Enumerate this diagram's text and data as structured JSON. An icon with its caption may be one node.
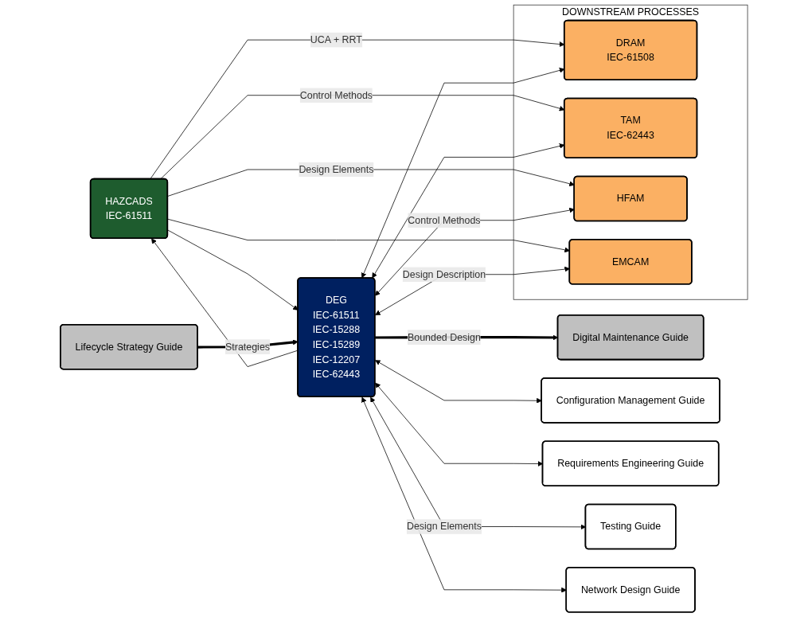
{
  "diagram": {
    "nodes": [
      {
        "text": [
          "DEG",
          "IEC-61511",
          "IEC-15288",
          "IEC-15289",
          "IEC-12207",
          "IEC-62443"
        ]
      },
      {
        "text": [
          "HAZCADS",
          "IEC-61511"
        ]
      },
      {
        "text": [
          "Lifecycle Strategy Guide"
        ]
      },
      {
        "text": [
          "Digital Maintenance Guide"
        ]
      },
      {
        "text": [
          "DOWNSTREAM PROCESSES"
        ]
      },
      {
        "text": [
          "DRAM",
          "IEC-61508"
        ],
        "in": 4
      },
      {
        "text": [
          "TAM",
          "IEC-62443"
        ],
        "in": 4
      },
      {
        "text": [
          "HFAM"
        ],
        "in": 4
      },
      {
        "text": [
          "EMCAM"
        ],
        "in": 4
      },
      {
        "text": [
          "Configuration Management Guide"
        ]
      },
      {
        "text": [
          "Requirements Engineering Guide"
        ]
      },
      {
        "text": [
          "Testing Guide"
        ]
      },
      {
        "text": [
          "Network Design Guide"
        ]
      }
    ],
    "edges": [
      {
        "from": 0,
        "to": 1,
        "arrow": "to"
      },
      {
        "from": 1,
        "to": 0,
        "arrow": "to"
      },
      {
        "from": 2,
        "to": 0,
        "arrow": "to",
        "label": "Strategies",
        "style": "thick"
      },
      {
        "from": 0,
        "to": 3,
        "arrow": "to",
        "label": "Bounded Design",
        "style": "thick"
      },
      {
        "from": 1,
        "to": 5,
        "arrow": "to",
        "label": "UCA + RRT"
      },
      {
        "from": 1,
        "to": 6,
        "arrow": "to",
        "label": "Control Methods"
      },
      {
        "from": 1,
        "to": 7,
        "arrow": "to",
        "label": "Design Elements"
      },
      {
        "from": 1,
        "to": 8,
        "arrow": "to"
      },
      {
        "from": 0,
        "to": 5,
        "arrow": "both"
      },
      {
        "from": 0,
        "to": 6,
        "arrow": "both"
      },
      {
        "from": 0,
        "to": 7,
        "arrow": "both",
        "label": "Control Methods"
      },
      {
        "from": 0,
        "to": 8,
        "arrow": "both",
        "label": "Design Description"
      },
      {
        "from": 0,
        "to": 9,
        "arrow": "both"
      },
      {
        "from": 0,
        "to": 10,
        "arrow": "both"
      },
      {
        "from": 0,
        "to": 11,
        "arrow": "both",
        "label": "Design Elements"
      },
      {
        "from": 0,
        "to": 12,
        "arrow": "both"
      }
    ]
  }
}
